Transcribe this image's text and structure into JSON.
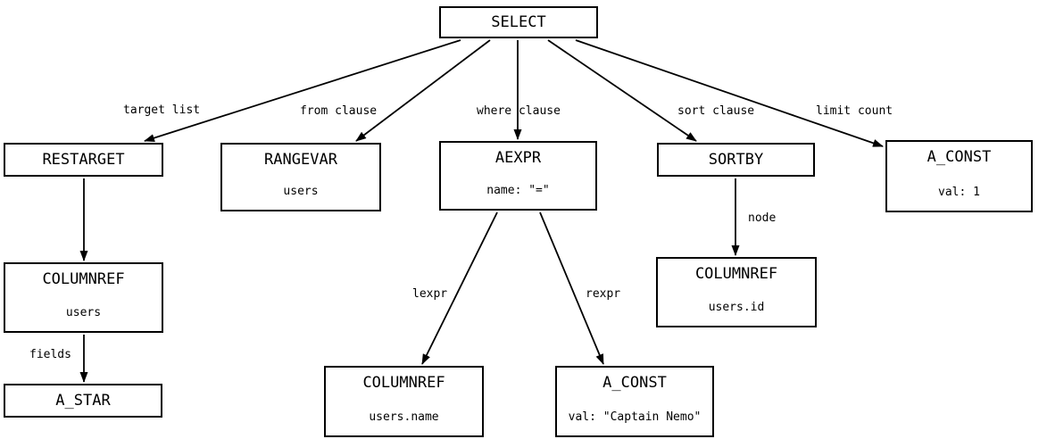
{
  "diagram": {
    "nodes": {
      "select": {
        "title": "SELECT"
      },
      "restarget": {
        "title": "RESTARGET"
      },
      "rangevar": {
        "title": "RANGEVAR",
        "subtitle": "users"
      },
      "aexpr": {
        "title": "AEXPR",
        "subtitle": "name: \"=\""
      },
      "sortby": {
        "title": "SORTBY"
      },
      "a_const_limit": {
        "title": "A_CONST",
        "subtitle": "val: 1"
      },
      "columnref_users": {
        "title": "COLUMNREF",
        "subtitle": "users"
      },
      "a_star": {
        "title": "A_STAR"
      },
      "columnref_users_id": {
        "title": "COLUMNREF",
        "subtitle": "users.id"
      },
      "columnref_users_name": {
        "title": "COLUMNREF",
        "subtitle": "users.name"
      },
      "a_const_where": {
        "title": "A_CONST",
        "subtitle": "val: \"Captain Nemo\""
      }
    },
    "edges": {
      "target_list": {
        "label": "target list"
      },
      "from_clause": {
        "label": "from clause"
      },
      "where_clause": {
        "label": "where clause"
      },
      "sort_clause": {
        "label": "sort clause"
      },
      "limit_count": {
        "label": "limit count"
      },
      "fields": {
        "label": "fields"
      },
      "node": {
        "label": "node"
      },
      "lexpr": {
        "label": "lexpr"
      },
      "rexpr": {
        "label": "rexpr"
      }
    },
    "colors": {
      "line": "#000000",
      "background": "#ffffff",
      "text": "#000000"
    }
  }
}
